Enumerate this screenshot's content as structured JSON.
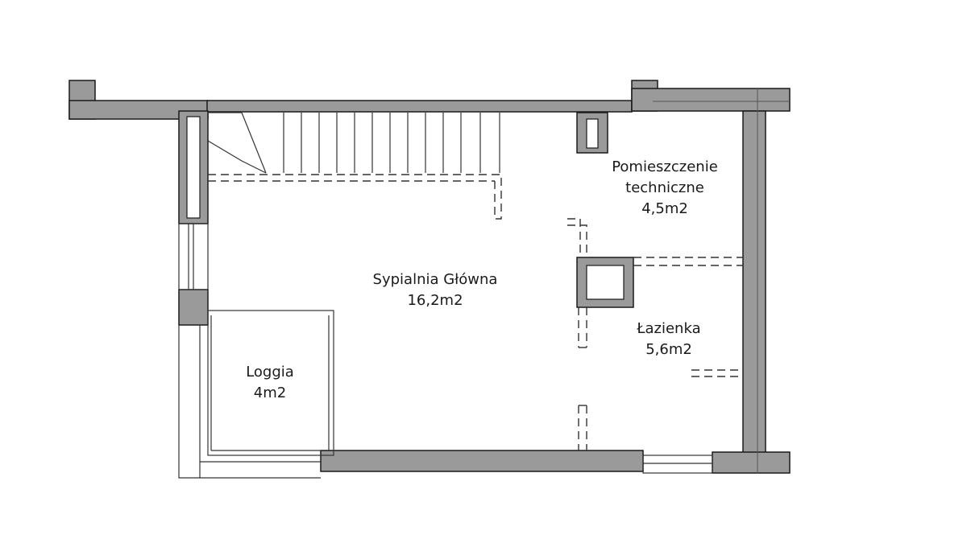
{
  "rooms": {
    "technical": {
      "name_line1": "Pomieszczenie",
      "name_line2": "techniczne",
      "area": "4,5m2"
    },
    "bedroom": {
      "name": "Sypialnia Główna",
      "area": "16,2m2"
    },
    "bathroom": {
      "name": "Łazienka",
      "area": "5,6m2"
    },
    "loggia": {
      "name": "Loggia",
      "area": "4m2"
    }
  },
  "colors": {
    "wall_fill": "#9a9a9a",
    "wall_stroke": "#1a1a1a",
    "line": "#333333",
    "background": "#ffffff"
  }
}
